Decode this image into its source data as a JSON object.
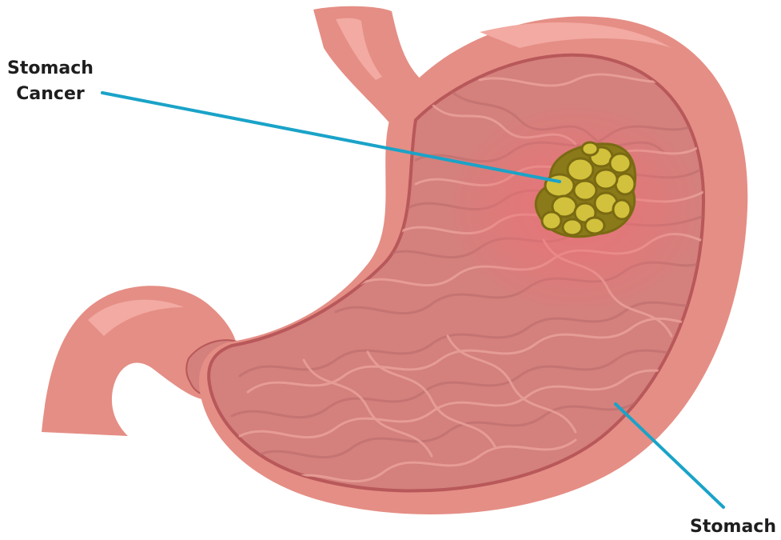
{
  "labels": {
    "cancer_line1": "Stomach",
    "cancer_line2": "Cancer",
    "stomach": "Stomach"
  },
  "colors": {
    "outer_wall": "#e58e85",
    "wall_highlight": "#f2aaa2",
    "inner_border": "#b8585a",
    "lining": "#d4807c",
    "folds": "#e9a29b",
    "fold_shadow": "#b86b6c",
    "inflamed": "#ef6f76",
    "tumor_fill": "#d2c13c",
    "tumor_outline": "#7a6a12",
    "leader_line": "#1aa3c8"
  }
}
